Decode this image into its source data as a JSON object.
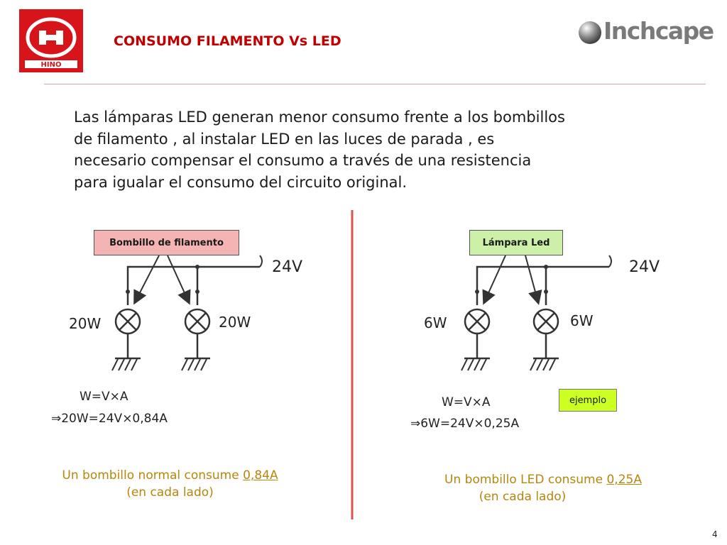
{
  "header": {
    "title": "CONSUMO FILAMENTO Vs LED",
    "brand_left": "HINO",
    "brand_right": "Inchcape"
  },
  "intro": {
    "line1": "Las lámparas LED generan  menor consumo frente a los bombillos",
    "line2": "de filamento , al instalar LED en las luces de parada , es",
    "line3": "necesario compensar el consumo a través de una resistencia",
    "line4": "para igualar el consumo del circuito original."
  },
  "left_circuit": {
    "label": "Bombillo de filamento",
    "voltage": "24V",
    "bulb1_watt": "20W",
    "bulb2_watt": "20W",
    "formula1": "W=V×A",
    "formula2": "⇒20W=24V×0,84A",
    "note_pre": "Un bombillo normal consume ",
    "note_value": "0,84A",
    "note_line2": "(en cada lado)"
  },
  "right_circuit": {
    "label": "Lámpara Led",
    "voltage": "24V",
    "bulb1_watt": "6W",
    "bulb2_watt": "6W",
    "formula1": "W=V×A",
    "formula2": "⇒6W=24V×0,25A",
    "badge": "ejemplo",
    "note_pre": "Un bombillo LED consume ",
    "note_value": "0,25A",
    "note_line2": "(en cada lado)"
  },
  "footer": {
    "page_number": "4"
  },
  "colors": {
    "title": "#c00000",
    "divider": "#d9534f",
    "note": "#b8860b",
    "filament_label_bg": "#f4b4b4",
    "led_label_bg": "#ccf0a8",
    "badge_bg": "#ccff22"
  }
}
